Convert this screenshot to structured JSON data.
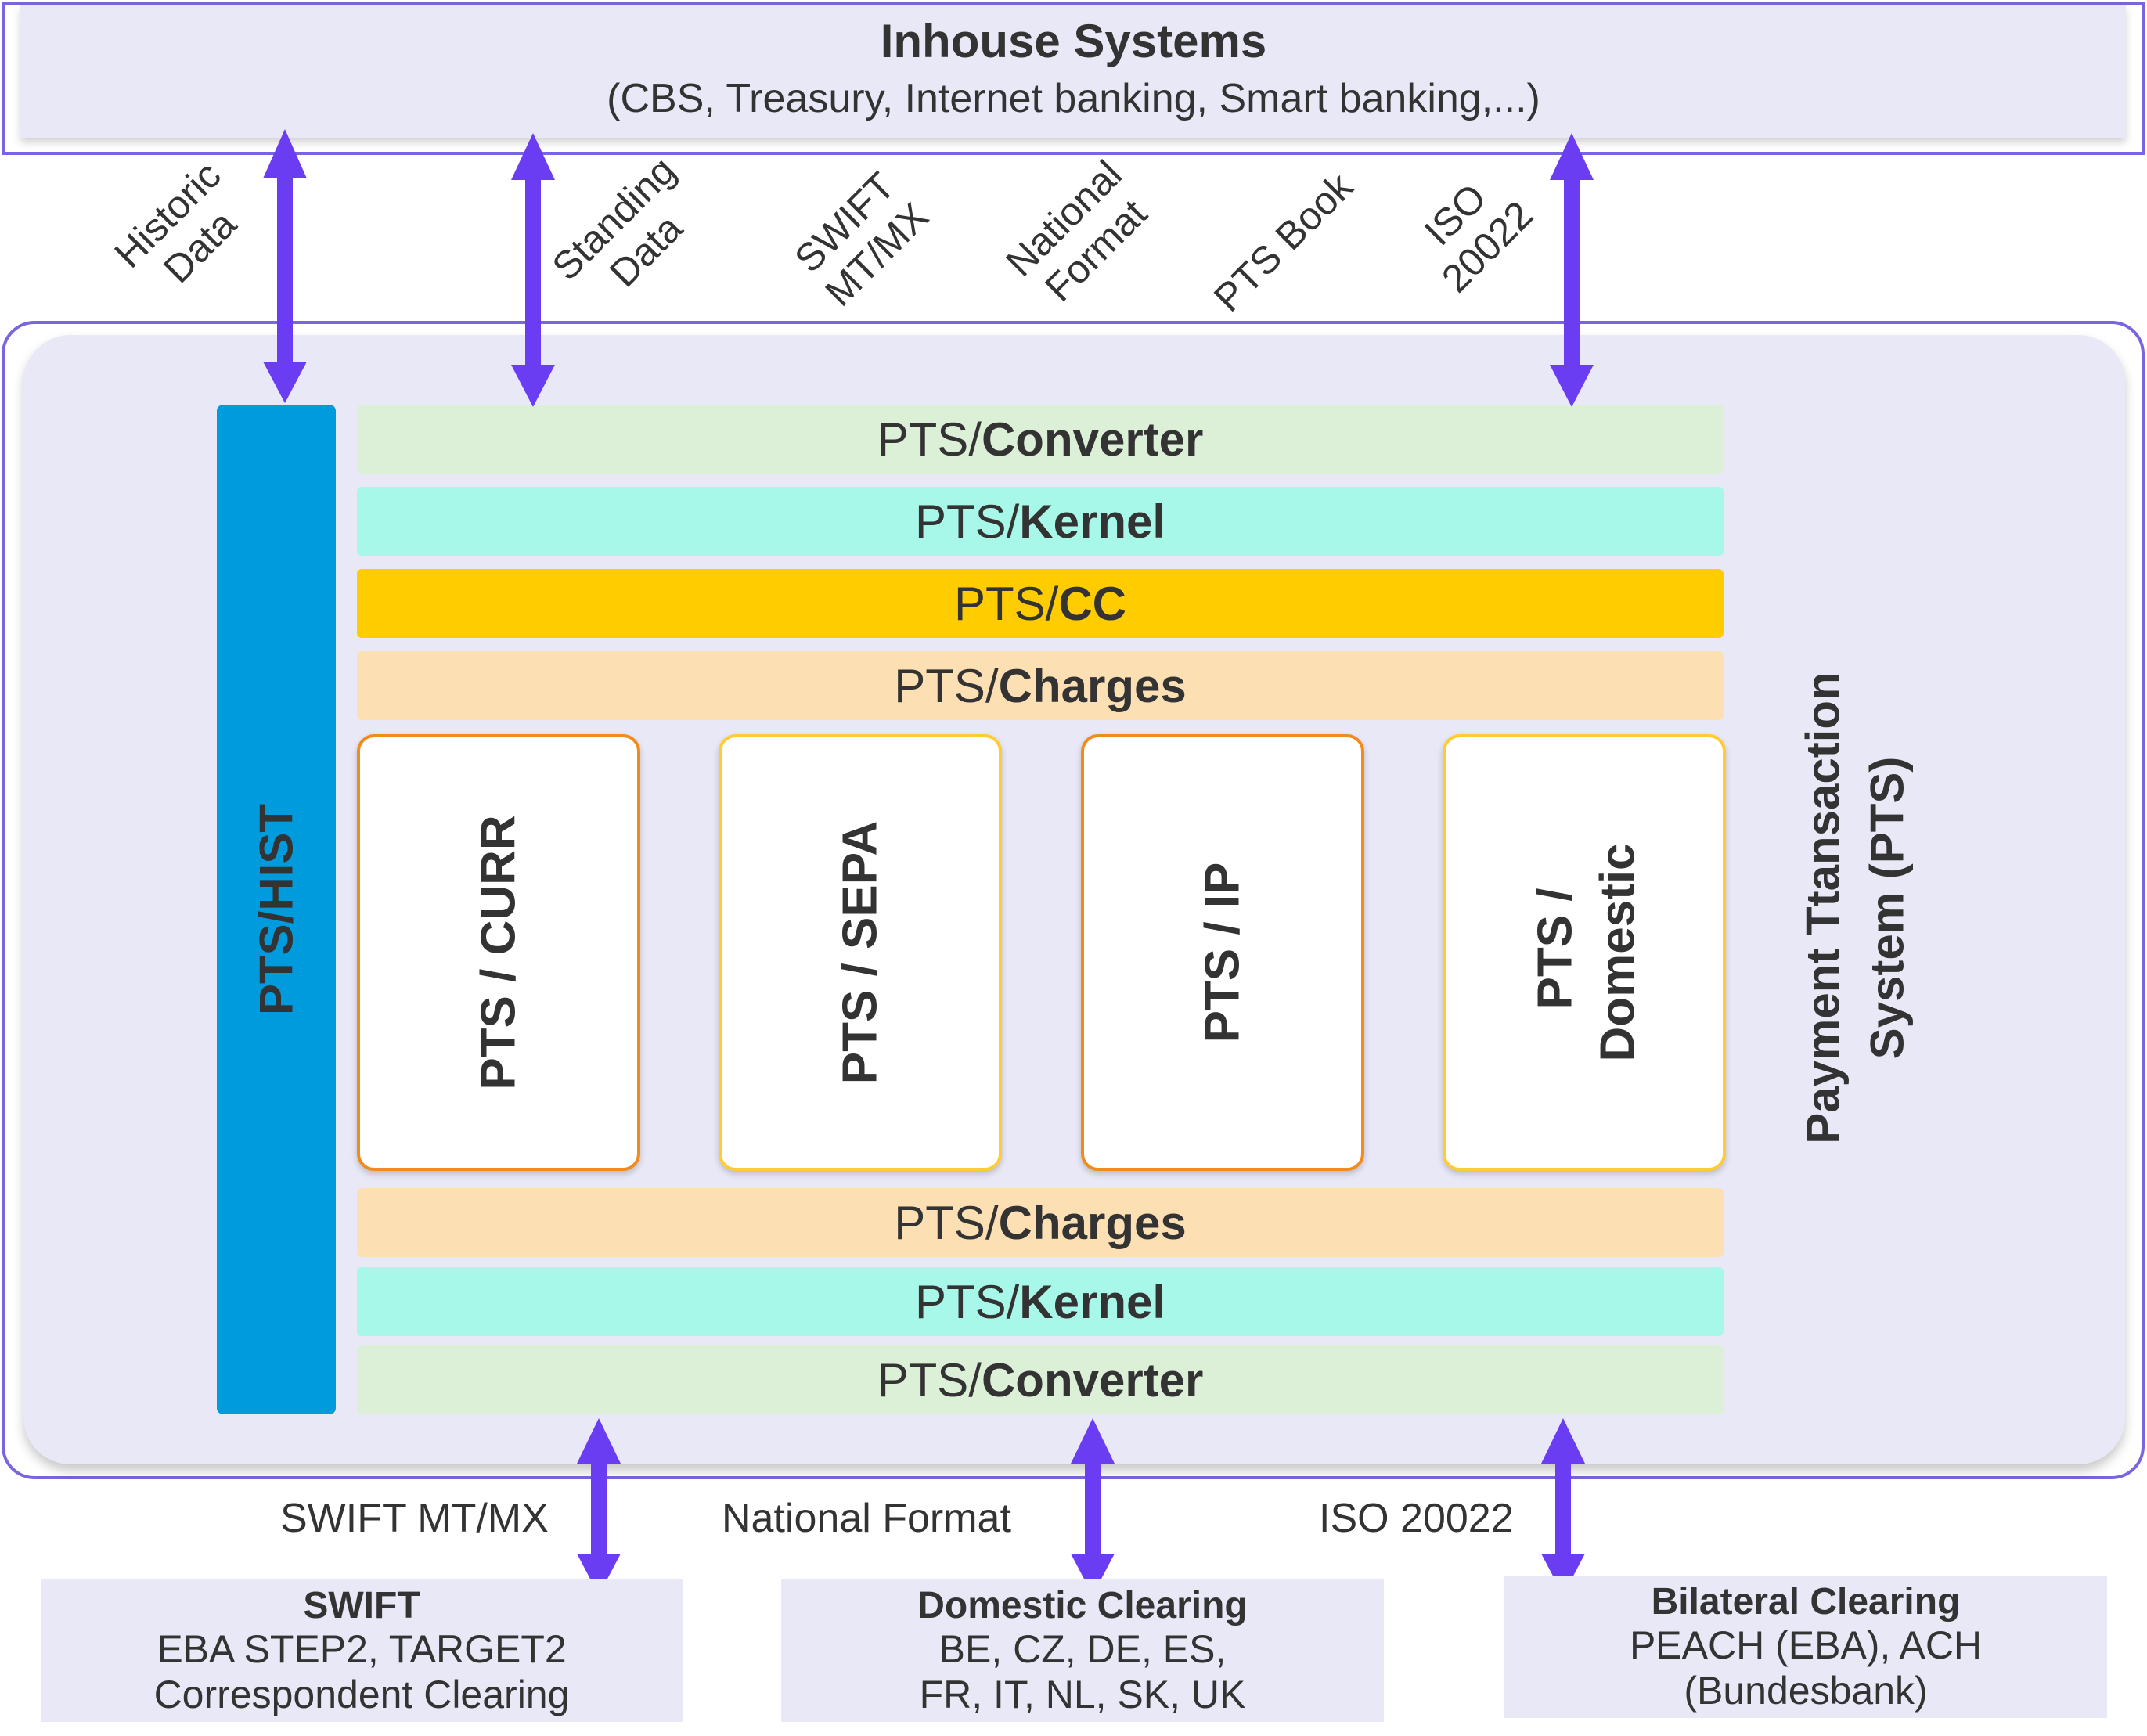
{
  "inhouse": {
    "title": "Inhouse Systems",
    "subtitle": "(CBS, Treasury, Internet banking, Smart banking,...)"
  },
  "top_labels": [
    {
      "line1": "Historic",
      "line2": "Data"
    },
    {
      "line1": "Standing",
      "line2": "Data"
    },
    {
      "line1": "SWIFT",
      "line2": "MT/MX"
    },
    {
      "line1": "National",
      "line2": "Format"
    },
    {
      "line1": "PTS Book",
      "line2": ""
    },
    {
      "line1": "ISO",
      "line2": "20022"
    }
  ],
  "hist": "PTS/HIST",
  "layers": {
    "prefix": "PTS/",
    "converter": "Converter",
    "kernel": "Kernel",
    "cc": "CC",
    "charges": "Charges"
  },
  "modules": [
    {
      "line1": "PTS / CURR",
      "line2": ""
    },
    {
      "line1": "PTS / SEPA",
      "line2": ""
    },
    {
      "line1": "PTS / IP",
      "line2": ""
    },
    {
      "line1": "PTS /",
      "line2": "Domestic"
    }
  ],
  "system_title": {
    "line1": "Payment Ttansaction",
    "line2": "System (PTS)"
  },
  "bottom_labels": [
    "SWIFT MT/MX",
    "National Format",
    "ISO 20022"
  ],
  "bottom_boxes": [
    {
      "title": "SWIFT",
      "line1": "EBA STEP2, TARGET2",
      "line2": "Correspondent Clearing"
    },
    {
      "title": "Domestic Clearing",
      "line1": "BE, CZ, DE, ES,",
      "line2": "FR, IT, NL, SK, UK"
    },
    {
      "title": "Bilateral Clearing",
      "line1": "PEACH (EBA), ACH",
      "line2": "(Bundesbank)"
    }
  ],
  "colors": {
    "arrow": "#6a3df2",
    "frame": "#7865e0",
    "hist": "#009bdc",
    "converter": "#dbf0d6",
    "kernel": "#a8f8ea",
    "cc": "#ffcc00",
    "charges": "#fddfb4"
  }
}
